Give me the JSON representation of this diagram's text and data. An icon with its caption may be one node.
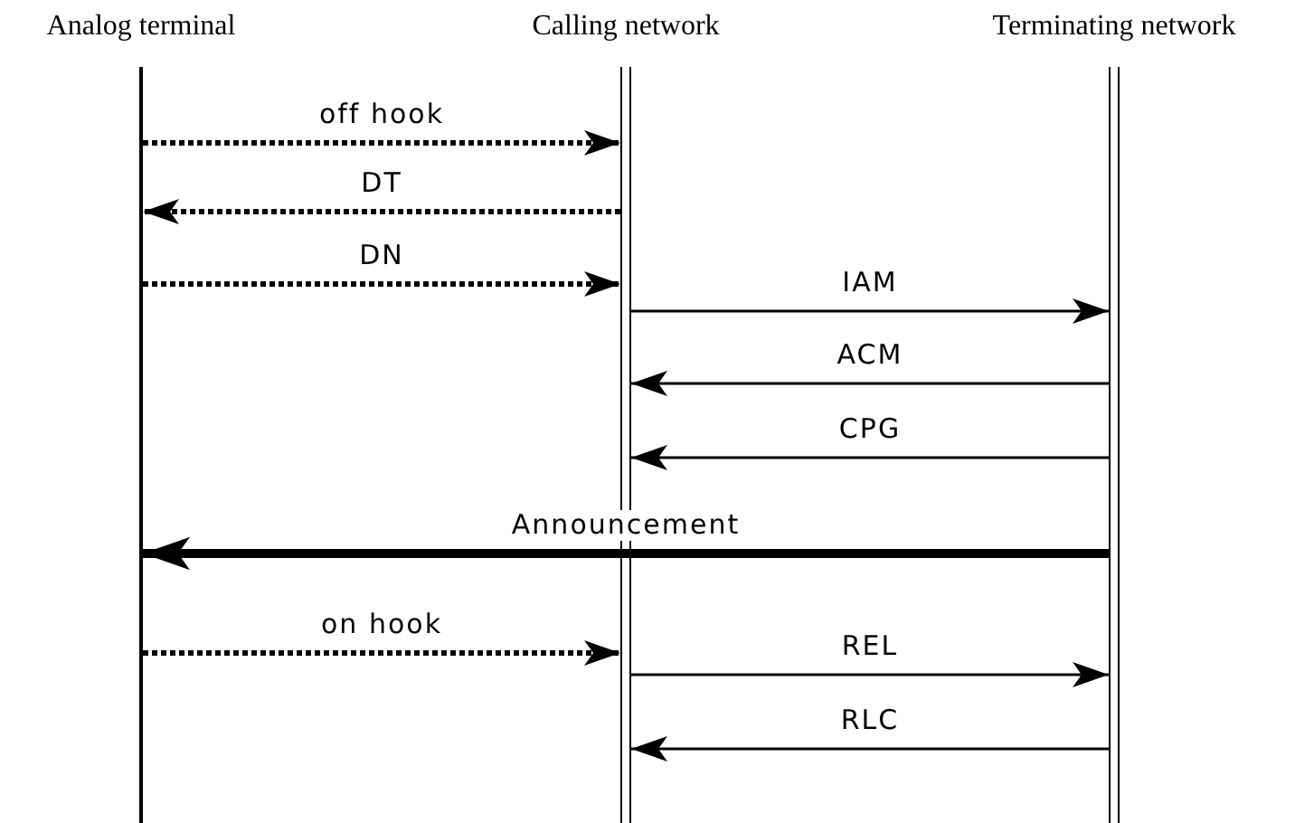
{
  "diagram": {
    "nodes": [
      {
        "text": [],
        "shape": "bar",
        "beside": [
          "Analog terminal"
        ]
      },
      {
        "text": [],
        "shape": "bar",
        "beside": [
          "Calling network"
        ]
      },
      {
        "text": [],
        "shape": "bar",
        "beside": [
          "Terminating network"
        ]
      }
    ],
    "edges": [
      {
        "from": 0,
        "to": 1,
        "arrow": "to",
        "label": "off hook",
        "style": "dashed"
      },
      {
        "from": 1,
        "to": 0,
        "arrow": "to",
        "label": "DT",
        "style": "dashed"
      },
      {
        "from": 0,
        "to": 1,
        "arrow": "to",
        "label": "DN",
        "style": "dashed"
      },
      {
        "from": 1,
        "to": 2,
        "arrow": "to",
        "label": "IAM"
      },
      {
        "from": 2,
        "to": 1,
        "arrow": "to",
        "label": "ACM"
      },
      {
        "from": 2,
        "to": 1,
        "arrow": "to",
        "label": "CPG"
      },
      {
        "from": 2,
        "to": 0,
        "arrow": "to",
        "label": "Announcement",
        "style": "thick"
      },
      {
        "from": 0,
        "to": 1,
        "arrow": "to",
        "label": "on hook",
        "style": "dashed"
      },
      {
        "from": 1,
        "to": 2,
        "arrow": "to",
        "label": "REL"
      },
      {
        "from": 2,
        "to": 1,
        "arrow": "to",
        "label": "RLC"
      }
    ]
  }
}
